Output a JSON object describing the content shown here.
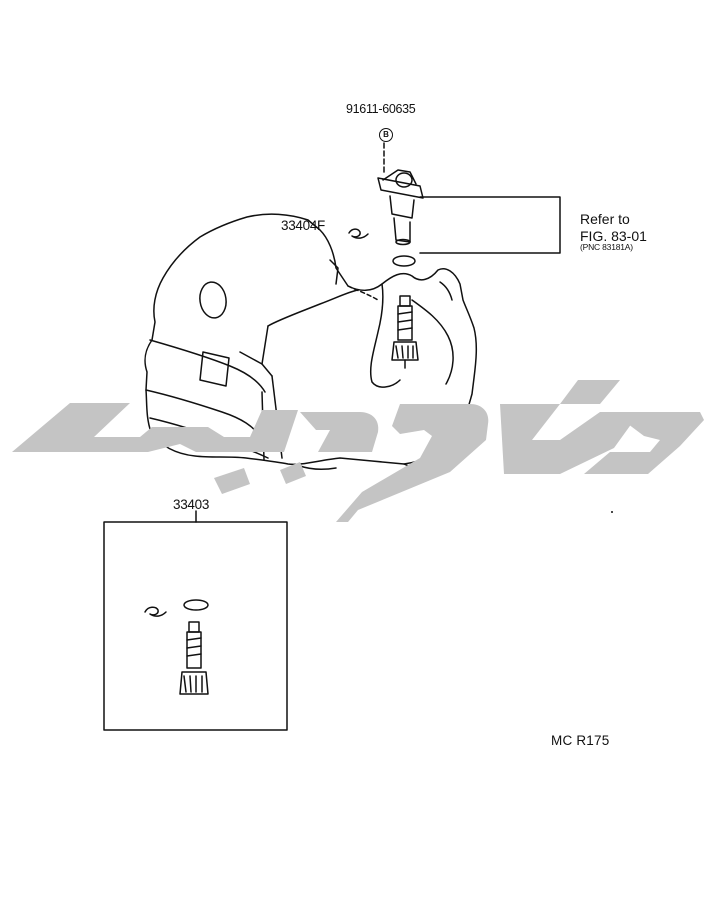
{
  "labels": {
    "part_sensor_bolt": "91611-60635",
    "part_gasket_clip": "33404F",
    "part_kit": "33403",
    "refer_line1": "Refer to",
    "refer_line2": "FIG. 83-01",
    "refer_line3": "(PNC 83181A)",
    "drawing_code": "MC R175",
    "bolt_mark": "B"
  },
  "colors": {
    "line": "#111111",
    "watermark": "#c4c4c4",
    "background": "#ffffff"
  }
}
